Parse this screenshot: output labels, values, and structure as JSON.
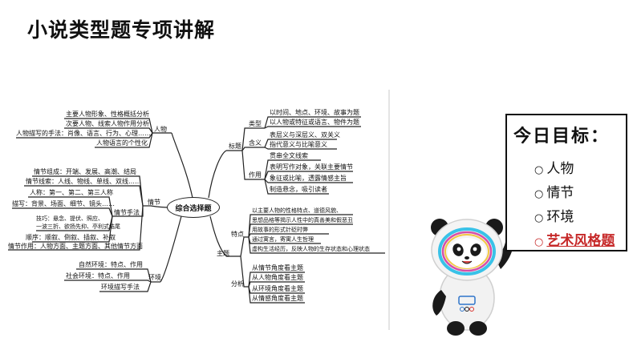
{
  "slide": {
    "title": "小说类型题专项讲解"
  },
  "mindmap": {
    "center": "综合选择题",
    "renwu": {
      "label": "人物",
      "items": [
        "主要人物形象、性格概括分析",
        "次要人物、线索人物作用分析",
        "人物描写的手法：肖像、语言、行为、心理……",
        "人物语言的个性化"
      ]
    },
    "qingjie": {
      "label": "情节",
      "items": [
        "情节组成：开端、发展、高潮、结局",
        "情节线索：人线、物线、单线、双线……"
      ],
      "shoufa_label": "情节手法",
      "shoufa_items": [
        "人称：第一、第二、第三人称",
        "描写：背景、场面、细节、镜头……",
        "技巧：悬念、提伏、照应、",
        "一波三折、欲扬先抑、亭利式结尾",
        "顺序：顺叙、倒叙、插叙、补叙"
      ],
      "zuoyong": "情节作用：人物方面、主题方面、其他情节方面"
    },
    "huanjing": {
      "label": "环境",
      "items": [
        "自然环境：特点、作用",
        "社会环境：特点、作用",
        "环境描写手法"
      ]
    },
    "biaoti": {
      "label": "标题",
      "leixing_label": "类型",
      "leixing_items": [
        "以时间、地点、环境、故事为题",
        "以人物或特征或语言、物件为题"
      ],
      "hanyi_label": "含义",
      "hanyi_items": [
        "表层义与深层义、双关义",
        "指代意义与比喻意义"
      ],
      "zuoyong_label": "作用",
      "zuoyong_items": [
        "贯串全文线索",
        "表明写作对象，关联主要情节",
        "象征或比喻，透露情感主旨",
        "制造悬念，吸引读者"
      ]
    },
    "zhuti": {
      "label": "主题",
      "tedian_label": "特点",
      "tedian_items": [
        "以主要人物的性格特点、道德风貌、",
        "思想品格等揭示人性中的真善美和假恶丑",
        "用故事的形式针砭时弊",
        "通过寓言，寄寓人生哲理",
        "虚构生活经历，反映人物的生存状态和心理状态"
      ],
      "fenxi_label": "分析",
      "fenxi_items": [
        "从情节角度看主题",
        "从人物角度看主题",
        "从环境角度看主题",
        "从情感角度看主题"
      ]
    }
  },
  "goals": {
    "title": "今日目标：",
    "items": [
      {
        "text": "人物",
        "highlight": false
      },
      {
        "text": "情节",
        "highlight": false
      },
      {
        "text": "环境",
        "highlight": false
      },
      {
        "text": "艺术风格题",
        "highlight": true
      }
    ]
  },
  "colors": {
    "highlight": "#c62828",
    "mascot_ring_cyan": "#39c2e8",
    "mascot_ring_magenta": "#d64fa8"
  }
}
